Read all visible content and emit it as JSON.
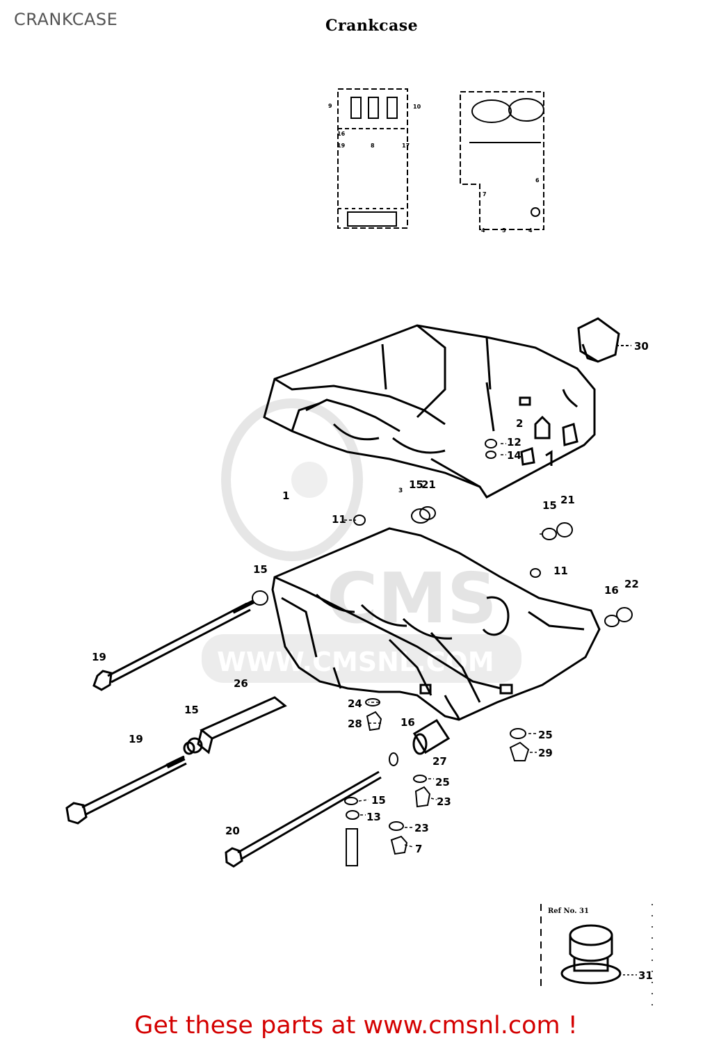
{
  "page": {
    "label": "CRANKCASE",
    "title": "Crankcase",
    "footer": "Get these parts at www.cmsnl.com !"
  },
  "watermark": {
    "text": "CMS",
    "url": "WWW.CMSNL.COM",
    "color": "#e4e4e4"
  },
  "colors": {
    "footer": "#d40000",
    "ink": "#000000",
    "label": "#555555"
  },
  "callouts": {
    "c30": "30",
    "c2": "2",
    "c12": "12",
    "c14": "14",
    "c1": "1",
    "c3": "3",
    "c15a": "15",
    "c21a": "21",
    "c11a": "11",
    "c15b": "15",
    "c21b": "21",
    "c11b": "11",
    "c15c": "15",
    "c16a": "16",
    "c22": "22",
    "c19a": "19",
    "c26": "26",
    "c15d": "15",
    "c19b": "19",
    "c24": "24",
    "c28a": "28",
    "c16b": "16",
    "c25a": "25",
    "c29": "29",
    "c27": "27",
    "c25b": "25",
    "c23a": "23",
    "c15e": "15",
    "c13": "13",
    "c20": "20",
    "c23b": "23",
    "c7": "7",
    "c31": "31"
  },
  "ref_box": {
    "label": "Ref No. 31"
  },
  "key_diagram": {
    "labels": {
      "k9": "9",
      "k10": "10",
      "k19": "19",
      "k8": "8",
      "k17": "17",
      "k16": "16",
      "k4a": "4",
      "k5a": "5",
      "k4b": "4",
      "k7": "7",
      "k6": "6"
    }
  }
}
